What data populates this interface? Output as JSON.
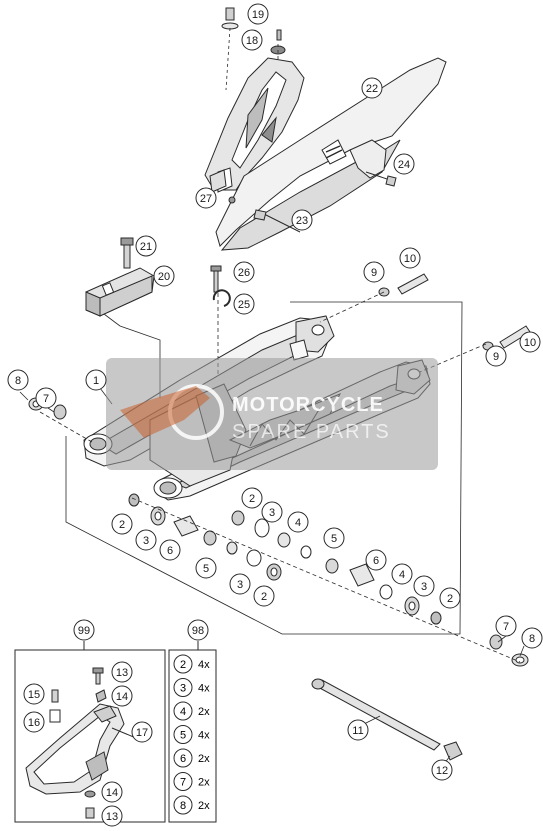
{
  "callouts": {
    "c1": "1",
    "c2a": "2",
    "c2b": "2",
    "c2c": "2",
    "c2d": "2",
    "c2e": "2",
    "c3a": "3",
    "c3b": "3",
    "c3c": "3",
    "c3d": "3",
    "c4a": "4",
    "c4b": "4",
    "c5a": "5",
    "c5b": "5",
    "c6a": "6",
    "c6b": "6",
    "c7a": "7",
    "c7b": "7",
    "c8a": "8",
    "c8b": "8",
    "c9a": "9",
    "c9b": "9",
    "c10a": "10",
    "c10b": "10",
    "c11": "11",
    "c12": "12",
    "c13a": "13",
    "c13b": "13",
    "c14a": "14",
    "c14b": "14",
    "c15": "15",
    "c16": "16",
    "c17": "17",
    "c18": "18",
    "c19": "19",
    "c20": "20",
    "c21": "21",
    "c22": "22",
    "c23": "23",
    "c24": "24",
    "c25": "25",
    "c26": "26",
    "c27": "27",
    "c98": "98",
    "c99": "99"
  },
  "kit98": [
    {
      "part": "2",
      "qty": "4x"
    },
    {
      "part": "3",
      "qty": "4x"
    },
    {
      "part": "4",
      "qty": "2x"
    },
    {
      "part": "5",
      "qty": "4x"
    },
    {
      "part": "6",
      "qty": "2x"
    },
    {
      "part": "7",
      "qty": "2x"
    },
    {
      "part": "8",
      "qty": "2x"
    }
  ],
  "watermark": {
    "line1": "MOTORCYCLE",
    "line2": "SPARE PARTS"
  },
  "colors": {
    "line": "#2a2a2a",
    "part_fill": "#ffffff",
    "part_shade": "#d9d9d9",
    "watermark_band": "#9a9a9a",
    "watermark_accent": "#c8602e"
  }
}
